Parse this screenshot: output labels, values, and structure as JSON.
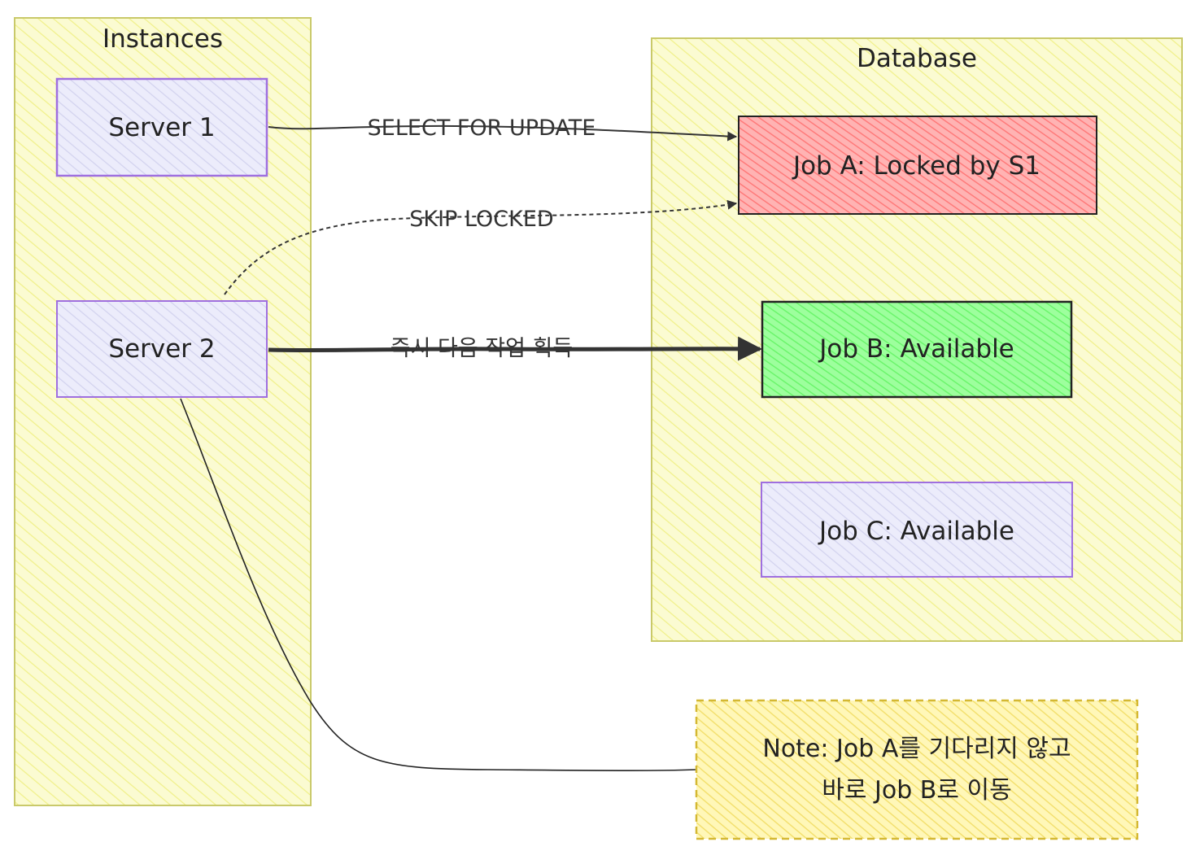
{
  "groups": {
    "instances": {
      "title": "Instances"
    },
    "database": {
      "title": "Database"
    }
  },
  "nodes": {
    "server1": {
      "label": "Server 1"
    },
    "server2": {
      "label": "Server 2"
    },
    "job_a": {
      "label": "Job A: Locked by S1",
      "color": "#ff9a9a"
    },
    "job_b": {
      "label": "Job B: Available",
      "color": "#8dff8d"
    },
    "job_c": {
      "label": "Job C: Available",
      "color": "#e6e6fa"
    }
  },
  "edges": {
    "select_for_update": {
      "label": "SELECT FOR UPDATE"
    },
    "skip_locked": {
      "label": "SKIP LOCKED"
    },
    "acquire_next": {
      "label": "즉시 다음 작업 획득"
    }
  },
  "note": {
    "line1": "Note: Job A를 기다리지 않고",
    "line2": "바로 Job B로 이동"
  },
  "colors": {
    "group_fill": "#fbfbd2",
    "group_stroke": "#c9c96a",
    "node_fill": "#ececfb",
    "node_stroke": "#9f6fe0",
    "note_fill": "#fff5a8",
    "note_stroke": "#d4b832"
  }
}
